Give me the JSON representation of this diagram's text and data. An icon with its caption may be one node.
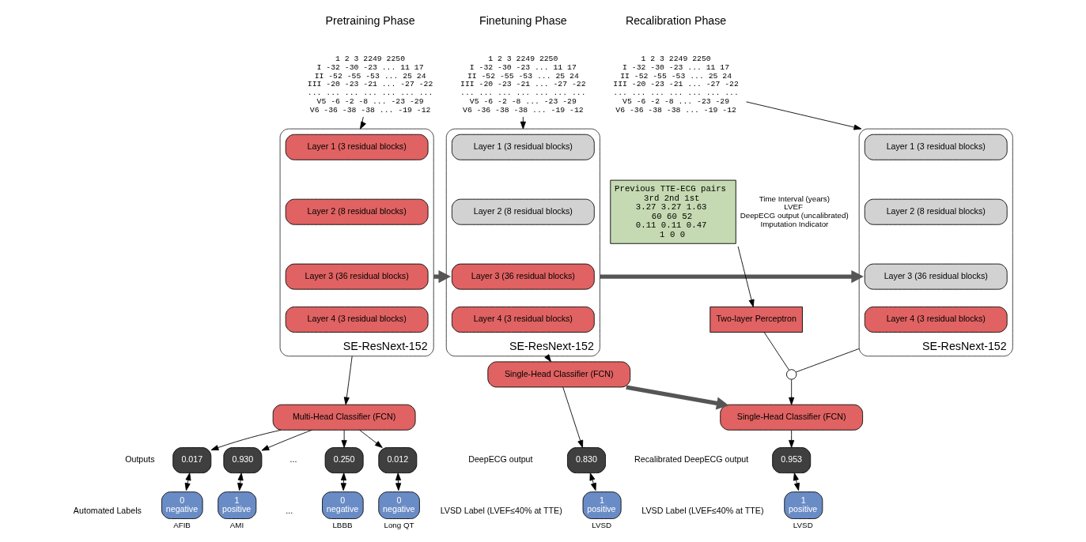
{
  "diagram": {
    "nodes": [
      {
        "text": [
          "1 2 3 2249 2250",
          "I -32 -30 -23 ... 11 17",
          "II -52 -55 -53 ... 25 24",
          "III -20 -23 -21 ... -27 -22",
          "... ... ... ... ... ... ...",
          "V5 -6 -2 -8 ... -23 -29",
          "V6 -36 -38 -38 ... -19 -12"
        ]
      },
      {
        "text": [
          "SE-ResNext-152"
        ]
      },
      {
        "text": [
          "Layer 1 (3 residual blocks)"
        ],
        "in": 1
      },
      {
        "text": [
          "Layer 2 (8 residual blocks)"
        ],
        "in": 1
      },
      {
        "text": [
          "Layer 3 (36 residual blocks)"
        ],
        "in": 1
      },
      {
        "text": [
          "Layer 4 (3 residual blocks)"
        ],
        "in": 1
      },
      {
        "text": [
          "Multi-Head Classifier (FCN)"
        ]
      },
      {
        "text": [
          "0.017"
        ]
      },
      {
        "text": [
          "0.930"
        ]
      },
      {
        "text": [
          "0.250"
        ]
      },
      {
        "text": [
          "0.012"
        ]
      },
      {
        "text": [
          "0",
          "negative"
        ],
        "beside": [
          "AFIB"
        ]
      },
      {
        "text": [
          "1",
          "positive"
        ],
        "beside": [
          "AMI"
        ]
      },
      {
        "text": [
          "0",
          "negative"
        ],
        "beside": [
          "LBBB"
        ]
      },
      {
        "text": [
          "0",
          "negative"
        ],
        "beside": [
          "Long QT"
        ]
      },
      {
        "text": [
          "1 2 3 2249 2250",
          "I -32 -30 -23 ... 11 17",
          "II -52 -55 -53 ... 25 24",
          "III -20 -23 -21 ... -27 -22",
          "... ... ... ... ... ... ...",
          "V5 -6 -2 -8 ... -23 -29",
          "V6 -36 -38 -38 ... -19 -12"
        ]
      },
      {
        "text": [
          "SE-ResNext-152"
        ]
      },
      {
        "text": [
          "Layer 1 (3 residual blocks)"
        ],
        "in": 16
      },
      {
        "text": [
          "Layer 2 (8 residual blocks)"
        ],
        "in": 16
      },
      {
        "text": [
          "Layer 3 (36 residual blocks)"
        ],
        "in": 16
      },
      {
        "text": [
          "Layer 4 (3 residual blocks)"
        ],
        "in": 16
      },
      {
        "text": [
          "Single-Head Classifier (FCN)"
        ]
      },
      {
        "text": [
          "0.830"
        ]
      },
      {
        "text": [
          "1",
          "positive"
        ],
        "beside": [
          "LVSD"
        ]
      },
      {
        "text": [
          "1 2 3 2249 2250",
          "I -32 -30 -23 ... 11 17",
          "II -52 -55 -53 ... 25 24",
          "III -20 -23 -21 ... -27 -22",
          "... ... ... ... ... ... ...",
          "V5 -6 -2 -8 ... -23 -29",
          "V6 -36 -38 -38 ... -19 -12"
        ]
      },
      {
        "text": [
          "SE-ResNext-152"
        ]
      },
      {
        "text": [
          "Layer 1 (3 residual blocks)"
        ],
        "in": 25
      },
      {
        "text": [
          "Layer 2 (8 residual blocks)"
        ],
        "in": 25
      },
      {
        "text": [
          "Layer 3 (36 residual blocks)"
        ],
        "in": 25
      },
      {
        "text": [
          "Layer 4 (3 residual blocks)"
        ],
        "in": 25
      },
      {
        "text": [
          "Single-Head Classifier (FCN)"
        ]
      },
      {
        "text": [
          "0.953"
        ]
      },
      {
        "text": [
          "1",
          "positive"
        ],
        "beside": [
          "LVSD"
        ]
      },
      {
        "text": [
          "Previous TTE-ECG pairs",
          "3rd 2nd 1st",
          "3.27 3.27 1.63",
          "60 60 52",
          "0.11 0.11 0.47",
          "1 0 0"
        ],
        "beside": [
          "Time Interval (years)",
          "LVEF",
          "DeepECG output (uncalibrated)",
          "Imputation Indicator"
        ]
      },
      {
        "text": [
          "Two-layer Perceptron"
        ]
      },
      {
        "text": [],
        "shape": "circle"
      }
    ],
    "edges": [
      {
        "from": 0,
        "to": 1,
        "arrow": "to"
      },
      {
        "from": 1,
        "to": 6,
        "arrow": "to"
      },
      {
        "from": 6,
        "to": 7,
        "arrow": "to"
      },
      {
        "from": 6,
        "to": 8,
        "arrow": "to"
      },
      {
        "from": 6,
        "to": 9,
        "arrow": "to"
      },
      {
        "from": 6,
        "to": 10,
        "arrow": "to"
      },
      {
        "from": 7,
        "to": 11,
        "arrow": "both"
      },
      {
        "from": 8,
        "to": 12,
        "arrow": "both"
      },
      {
        "from": 9,
        "to": 13,
        "arrow": "both"
      },
      {
        "from": 10,
        "to": 14,
        "arrow": "both"
      },
      {
        "from": 1,
        "to": 16,
        "arrow": "to",
        "style": "thick",
        "color": "#555555"
      },
      {
        "from": 15,
        "to": 16,
        "arrow": "to"
      },
      {
        "from": 16,
        "to": 21,
        "arrow": "to"
      },
      {
        "from": 21,
        "to": 22,
        "arrow": "to"
      },
      {
        "from": 22,
        "to": 23,
        "arrow": "both"
      },
      {
        "from": 16,
        "to": 25,
        "arrow": "to",
        "style": "thick",
        "color": "#555555"
      },
      {
        "from": 21,
        "to": 30,
        "arrow": "to",
        "style": "thick",
        "color": "#555555"
      },
      {
        "from": 24,
        "to": 25,
        "arrow": "to"
      },
      {
        "from": 25,
        "to": 35,
        "arrow": "none"
      },
      {
        "from": 33,
        "to": 34,
        "arrow": "to"
      },
      {
        "from": 34,
        "to": 35,
        "arrow": "none"
      },
      {
        "from": 35,
        "to": 30,
        "arrow": "to"
      },
      {
        "from": 30,
        "to": 31,
        "arrow": "to"
      },
      {
        "from": 31,
        "to": 32,
        "arrow": "both"
      }
    ],
    "labels": [
      "Pretraining Phase",
      "Finetuning Phase",
      "Recalibration Phase",
      "Outputs",
      "...",
      "Automated Labels",
      "...",
      "DeepECG output",
      "LVSD Label (LVEF≤40% at TTE)",
      "Recalibrated DeepECG output",
      "LVSD Label (LVEF≤40% at TTE)"
    ]
  }
}
